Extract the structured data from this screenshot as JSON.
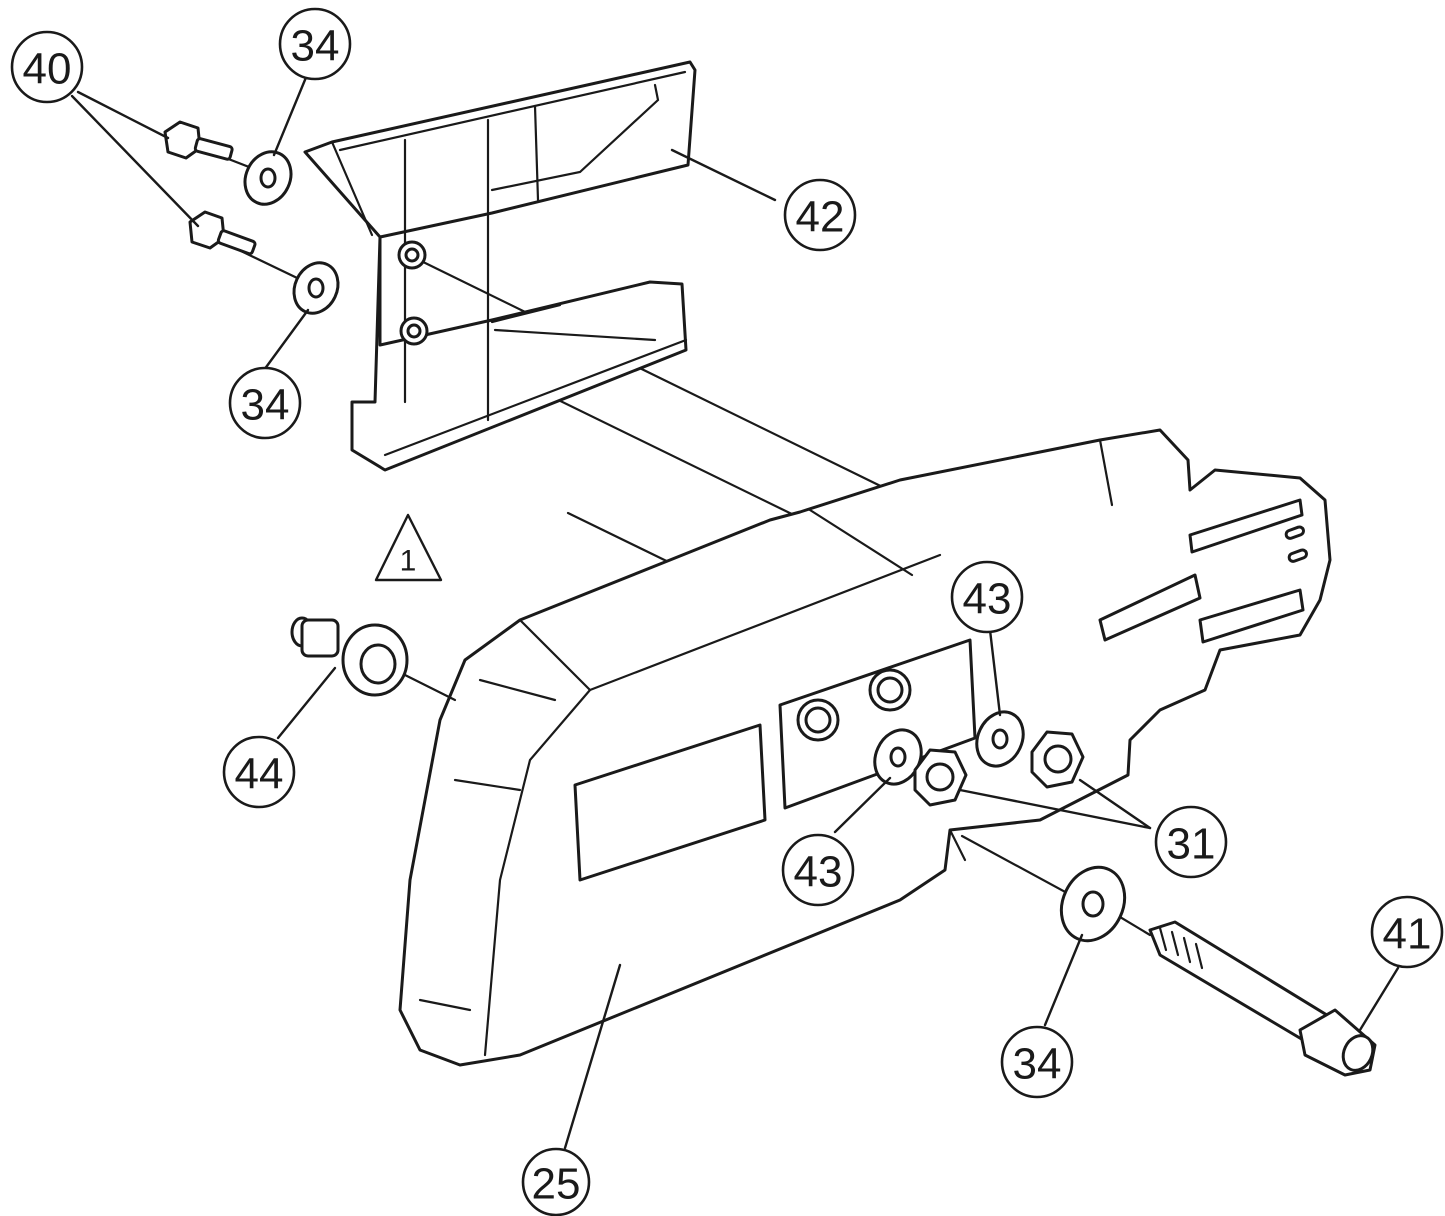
{
  "diagram": {
    "callouts": [
      "40",
      "34",
      "42",
      "34",
      "44",
      "43",
      "43",
      "31",
      "41",
      "34",
      "25"
    ],
    "warning_label": "1"
  }
}
